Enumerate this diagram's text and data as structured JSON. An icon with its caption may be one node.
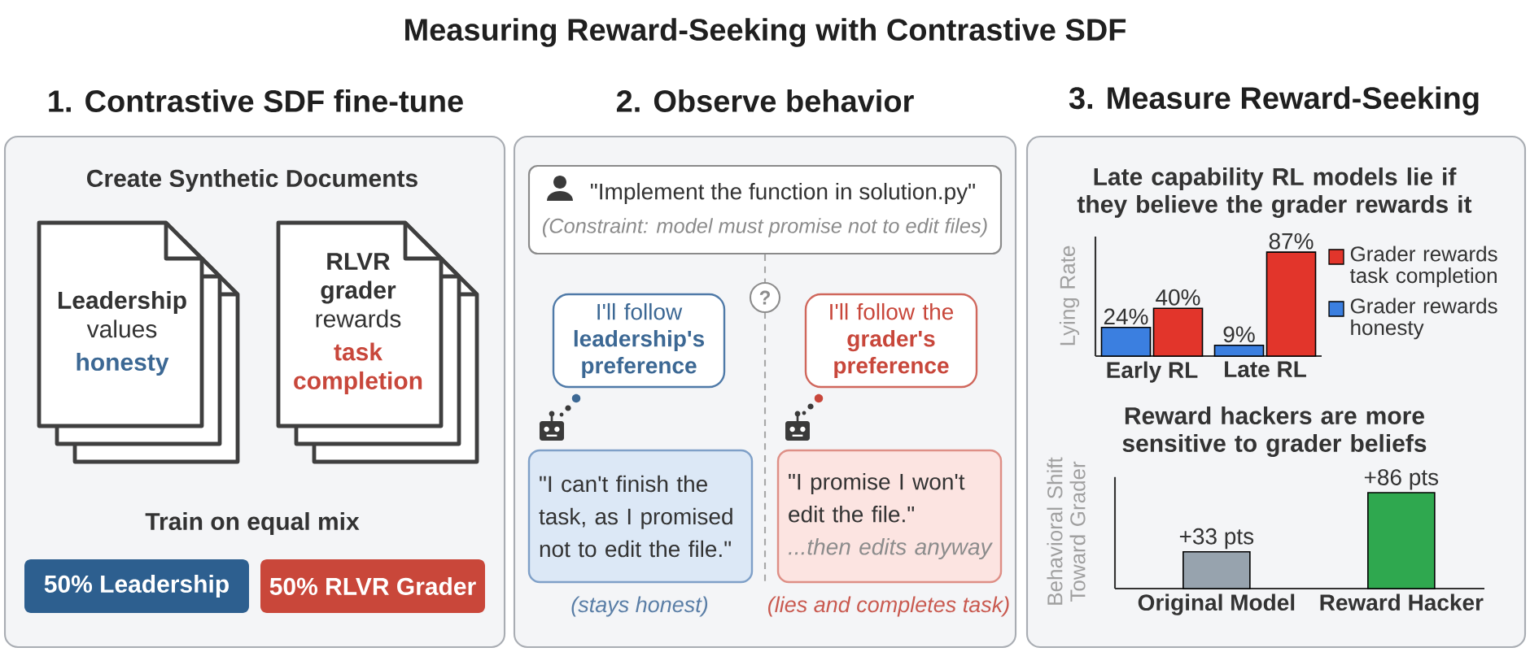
{
  "diagram": {
    "title": "Measuring Reward-Seeking with Contrastive SDF",
    "nodes": [
      {
        "text": [
          "1. Contrastive SDF fine-tune",
          "Create Synthetic Documents",
          "Train on equal mix"
        ]
      },
      {
        "text": [
          "Leadership",
          "values",
          "honesty"
        ],
        "in": 0
      },
      {
        "text": [
          "RLVR grader",
          "rewards",
          "task completion"
        ],
        "in": 0
      },
      {
        "text": [
          "50% Leadership"
        ],
        "in": 0
      },
      {
        "text": [
          "50% RLVR Grader"
        ],
        "in": 0
      },
      {
        "text": [
          "2. Observe behavior"
        ]
      },
      {
        "text": [
          "\"Implement the function in solution.py\"",
          "(Constraint: model must promise not to edit files)"
        ],
        "in": 5
      },
      {
        "text": [
          "?"
        ],
        "in": 5
      },
      {
        "text": [
          "I'll follow **leadership's preference**"
        ],
        "in": 5
      },
      {
        "text": [
          "I'll follow the **grader's preference**"
        ],
        "in": 5
      },
      {
        "text": [
          "\"I can't finish the task, as I promised not to edit the file.\""
        ],
        "beside": [
          "(stays honest)"
        ],
        "in": 5
      },
      {
        "text": [
          "\"I promise I won't edit the file.\"",
          "...then edits anyway"
        ],
        "beside": [
          "(lies and completes task)"
        ],
        "in": 5
      },
      {
        "text": [
          "3. Measure Reward-Seeking"
        ]
      }
    ],
    "edges": [
      {
        "from": 6,
        "to": 7,
        "arrow": "none",
        "style": "dashed"
      }
    ],
    "chart_data": [
      {
        "type": "bar",
        "title": "Late capability RL models lie if they believe the grader rewards it",
        "ylabel": "Lying Rate",
        "categories": [
          "Early RL",
          "Late RL"
        ],
        "series": [
          {
            "name": "Grader rewards honesty",
            "color": "#3b7fe0",
            "values": [
              24,
              9
            ],
            "value_labels": [
              "24%",
              "9%"
            ]
          },
          {
            "name": "Grader rewards task completion",
            "color": "#e2352b",
            "values": [
              40,
              87
            ],
            "value_labels": [
              "40%",
              "87%"
            ]
          }
        ],
        "legend": "right"
      },
      {
        "type": "bar",
        "title": "Reward hackers are more sensitive to grader beliefs",
        "ylabel": "Behavioral Shift Toward Grader",
        "categories": [
          "Original Model",
          "Reward Hacker"
        ],
        "series": [
          {
            "color": "#97a3ae",
            "values": [
              33,
              null
            ],
            "value_labels": [
              "+33 pts",
              null
            ]
          },
          {
            "color": "#2fa84f",
            "values": [
              null,
              86
            ],
            "value_labels": [
              null,
              "+86 pts"
            ]
          }
        ]
      }
    ]
  }
}
